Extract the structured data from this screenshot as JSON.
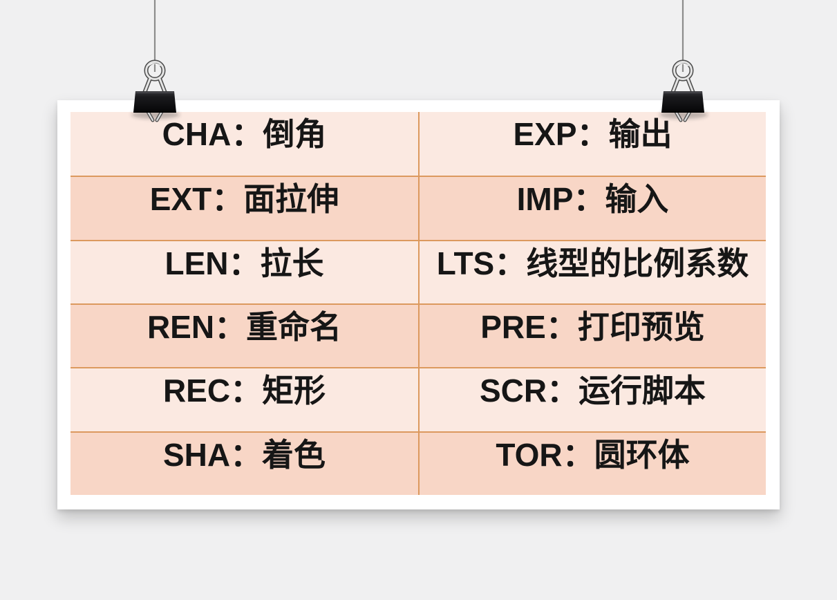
{
  "theme": {
    "background_color": "#f0f0f1",
    "card_color": "#ffffff",
    "row_light_color": "#fbe9e1",
    "row_dark_color": "#f8d6c6",
    "grid_line_color": "#dc995e",
    "text_color": "#161616",
    "string_color": "#8c8c8c",
    "clip_body_color": "#19191b",
    "clip_wire_color": "#e4e4e4"
  },
  "decorations": {
    "left_clip": "binder-clip-icon",
    "right_clip": "binder-clip-icon"
  },
  "table": {
    "columns": 2,
    "rows": [
      {
        "left": "CHA：倒角",
        "right": "EXP：输出"
      },
      {
        "left": "EXT：面拉伸",
        "right": "IMP：输入"
      },
      {
        "left": "LEN：拉长",
        "right": "LTS：线型的比例系数"
      },
      {
        "left": "REN：重命名",
        "right": "PRE：打印预览"
      },
      {
        "left": "REC：矩形",
        "right": "SCR：运行脚本"
      },
      {
        "left": "SHA：着色",
        "right": "TOR：圆环体"
      }
    ]
  }
}
